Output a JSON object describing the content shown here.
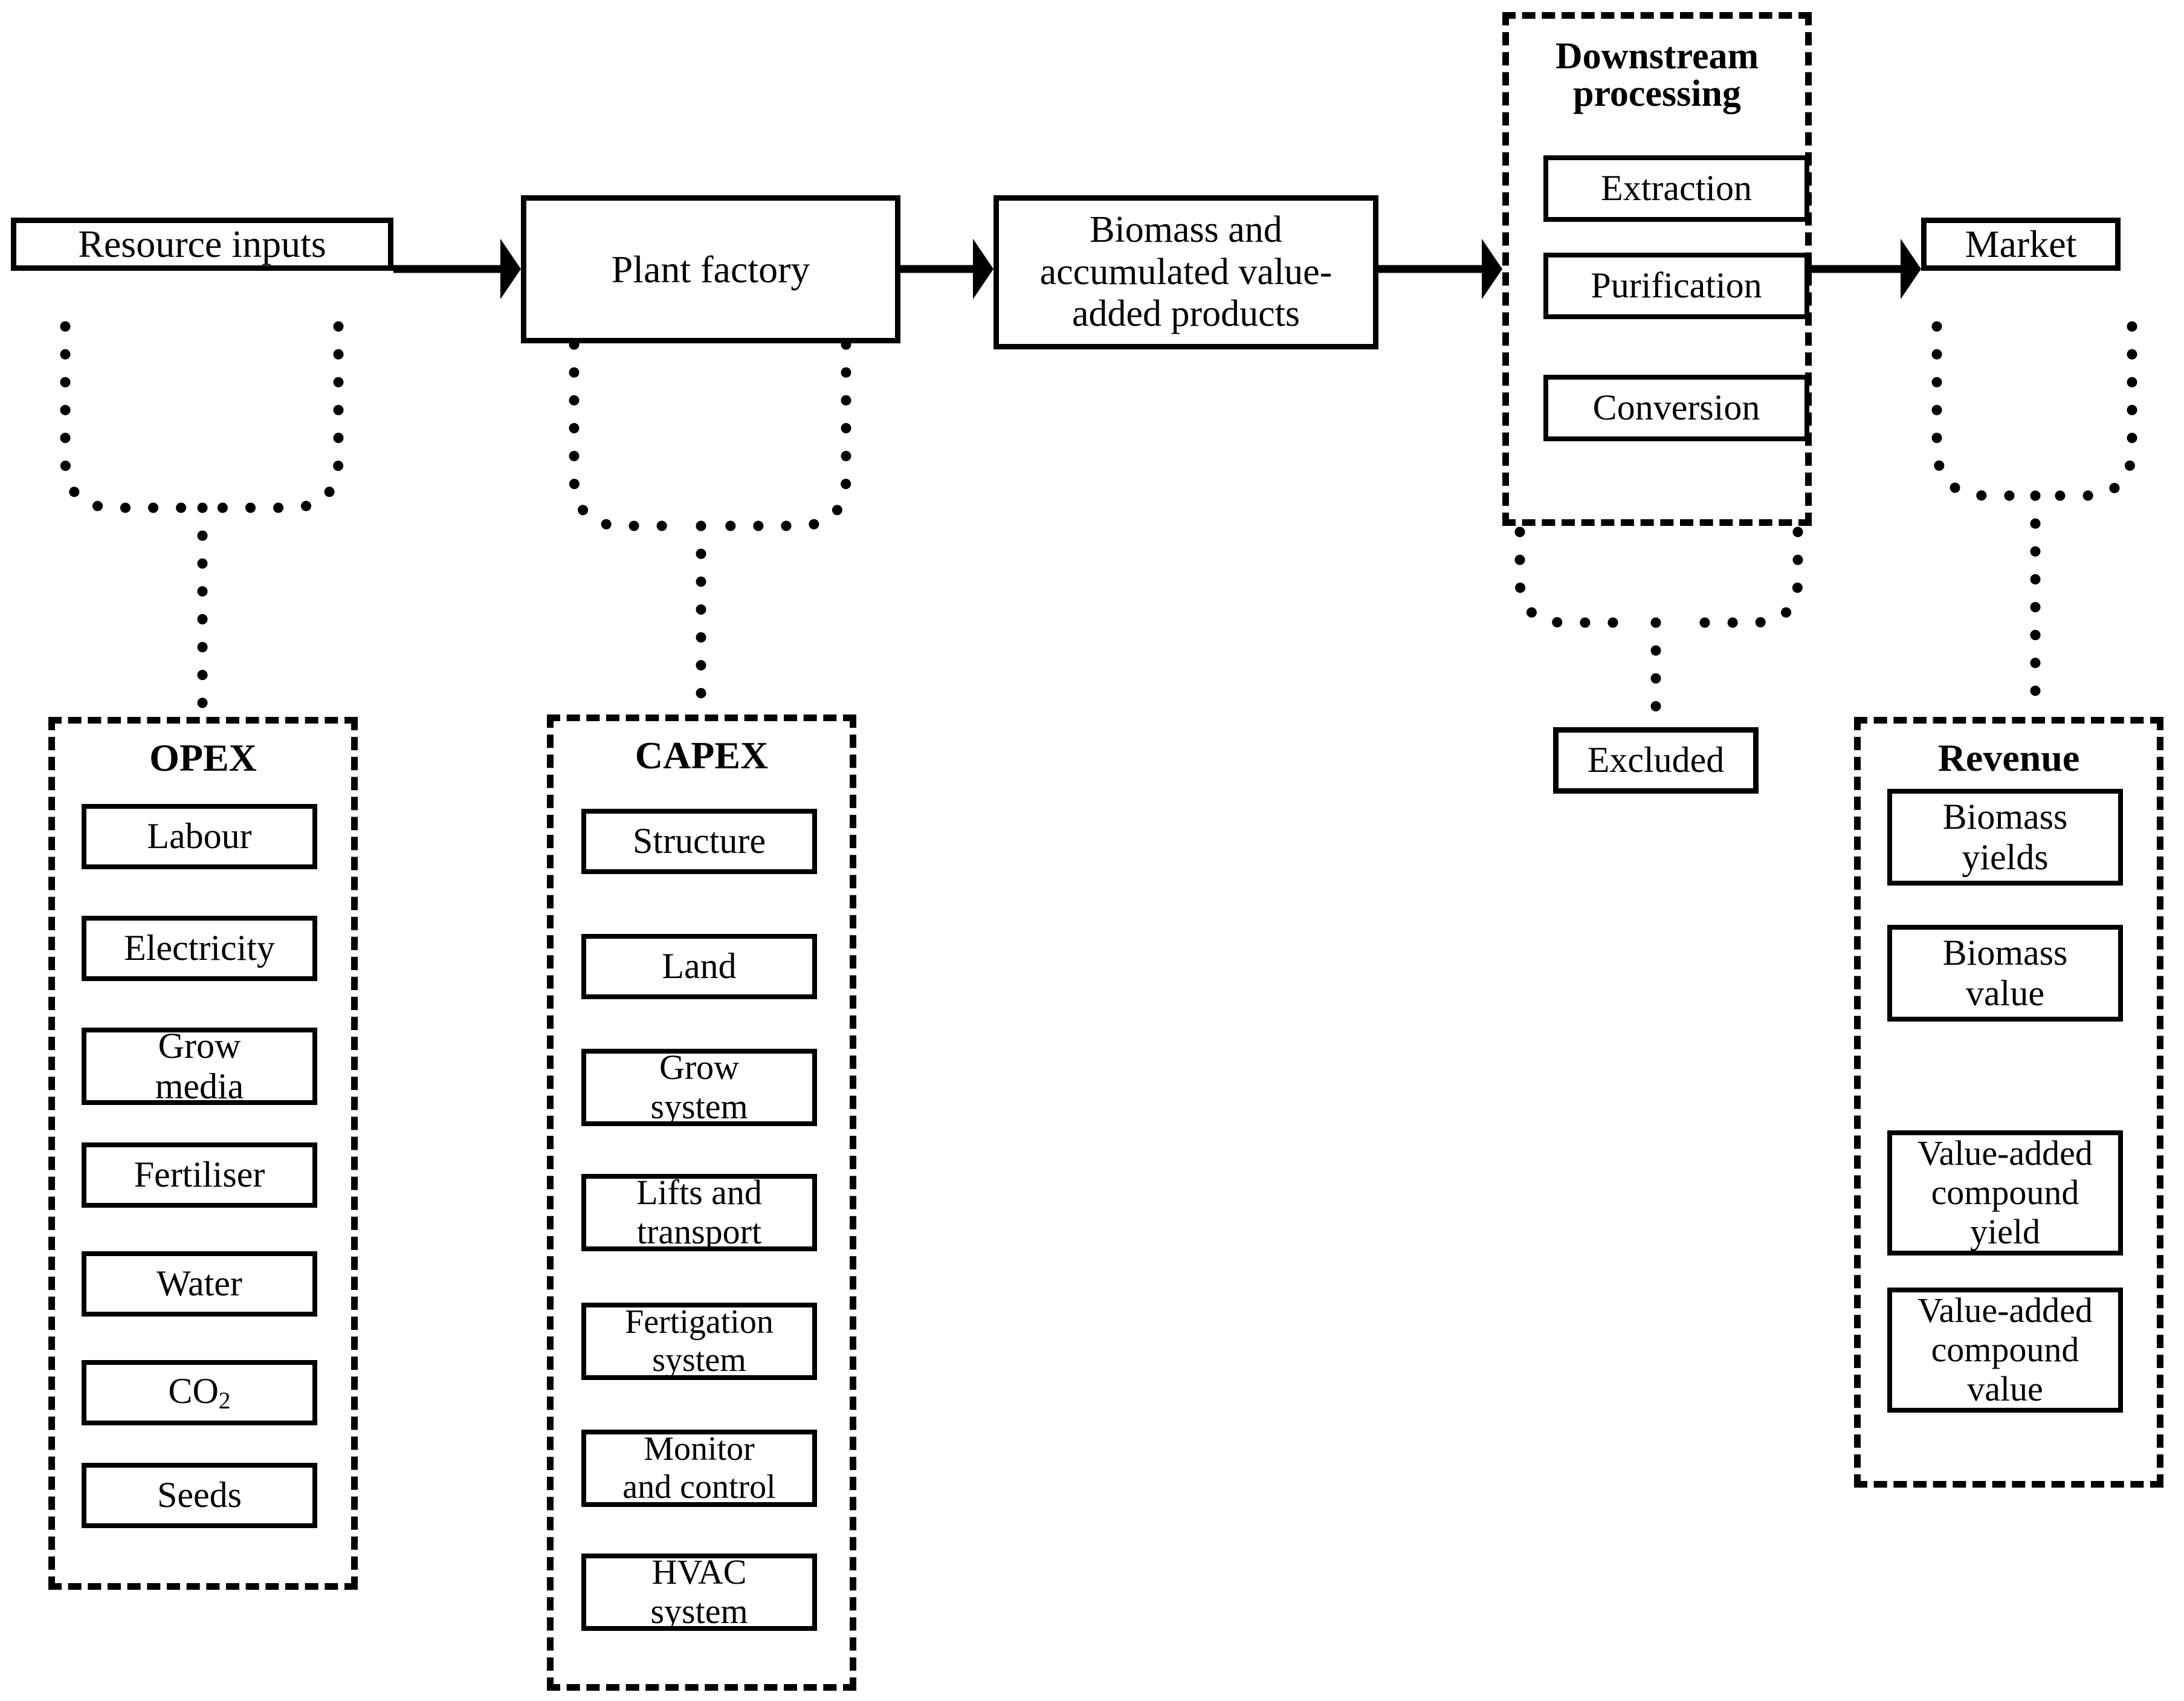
{
  "diagram": {
    "type": "flowchart",
    "title": "Plant factory techno-economic system boundary flowchart",
    "line_styles": {
      "process_flow": "solid-arrow",
      "cost_link": "dotted",
      "group_boundary": "dashed"
    },
    "colors": {
      "stroke": "#000000",
      "background": "#ffffff"
    }
  },
  "process_chain": {
    "nodes": [
      {
        "id": "resource-inputs",
        "label": "Resource inputs"
      },
      {
        "id": "plant-factory",
        "label": "Plant factory"
      },
      {
        "id": "biomass-products",
        "label": "Biomass and accumulated value-added products"
      },
      {
        "id": "downstream-processing",
        "label": "Downstream processing"
      },
      {
        "id": "market",
        "label": "Market"
      }
    ],
    "edges": [
      {
        "from": "resource-inputs",
        "to": "plant-factory"
      },
      {
        "from": "plant-factory",
        "to": "biomass-products"
      },
      {
        "from": "biomass-products",
        "to": "downstream-processing"
      },
      {
        "from": "downstream-processing",
        "to": "market"
      }
    ]
  },
  "biomass_box": {
    "line1": "Biomass and",
    "line2": "accumulated value-",
    "line3": "added products"
  },
  "downstream": {
    "title_line1": "Downstream",
    "title_line2": "processing",
    "steps": [
      {
        "label": "Extraction"
      },
      {
        "label": "Purification"
      },
      {
        "label": "Conversion"
      }
    ]
  },
  "excluded": {
    "label": "Excluded"
  },
  "opex": {
    "title": "OPEX",
    "items": [
      {
        "label": "Labour"
      },
      {
        "label": "Electricity"
      },
      {
        "label": "Grow media",
        "line1": "Grow",
        "line2": "media"
      },
      {
        "label": "Fertiliser"
      },
      {
        "label": "Water"
      },
      {
        "label": "CO2",
        "formula_base": "CO",
        "formula_sub": "2"
      },
      {
        "label": "Seeds"
      }
    ]
  },
  "capex": {
    "title": "CAPEX",
    "items": [
      {
        "label": "Structure"
      },
      {
        "label": "Land"
      },
      {
        "label": "Grow system",
        "line1": "Grow",
        "line2": "system"
      },
      {
        "label": "Lifts and transport",
        "line1": "Lifts and",
        "line2": "transport"
      },
      {
        "label": "Fertigation system",
        "line1": "Fertigation",
        "line2": "system"
      },
      {
        "label": "Monitor and control",
        "line1": "Monitor",
        "line2": "and control"
      },
      {
        "label": "HVAC system",
        "line1": "HVAC",
        "line2": "system"
      }
    ]
  },
  "revenue": {
    "title": "Revenue",
    "items": [
      {
        "label": "Biomass yields",
        "line1": "Biomass",
        "line2": "yields"
      },
      {
        "label": "Biomass value",
        "line1": "Biomass",
        "line2": "value"
      },
      {
        "label": "Value-added compound yield",
        "line1": "Value-added",
        "line2": "compound",
        "line3": "yield"
      },
      {
        "label": "Value-added compound value",
        "line1": "Value-added",
        "line2": "compound",
        "line3": "value"
      }
    ]
  }
}
